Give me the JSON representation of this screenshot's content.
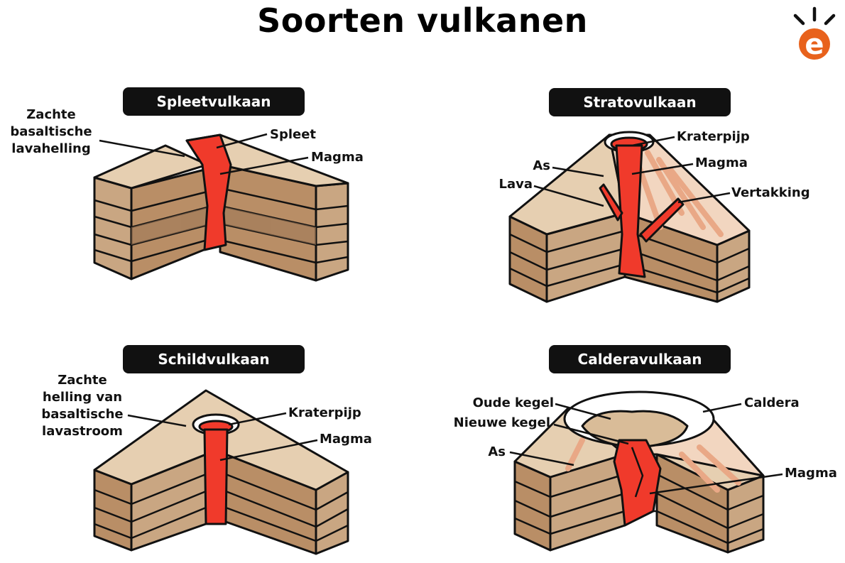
{
  "title": "Soorten vulkanen",
  "colors": {
    "magma": "#f03a2b",
    "surface": "#e6cfb1",
    "logo_orange": "#e8621c",
    "label_bg": "#111111"
  },
  "logo": {
    "icon": "logo-e-icon",
    "letter": "e"
  },
  "panels": {
    "splitvulkaan": {
      "heading": "Spleetvulkaan",
      "labels": {
        "slope": "Zachte\nbasaltische\nlavahelling",
        "fissure": "Spleet",
        "magma": "Magma"
      }
    },
    "stratovulkaan": {
      "heading": "Stratovulkaan",
      "labels": {
        "crater": "Kraterpijp",
        "ash": "As",
        "magma": "Magma",
        "lava": "Lava",
        "branch": "Vertakking"
      }
    },
    "schildvulkaan": {
      "heading": "Schildvulkaan",
      "labels": {
        "slope": "Zachte\nhelling van\nbasaltische\nlavastroom",
        "crater": "Kraterpijp",
        "magma": "Magma"
      }
    },
    "calderavulkaan": {
      "heading": "Calderavulkaan",
      "labels": {
        "old_cone": "Oude kegel",
        "caldera": "Caldera",
        "new_cone": "Nieuwe kegel",
        "ash": "As",
        "magma": "Magma"
      }
    }
  }
}
